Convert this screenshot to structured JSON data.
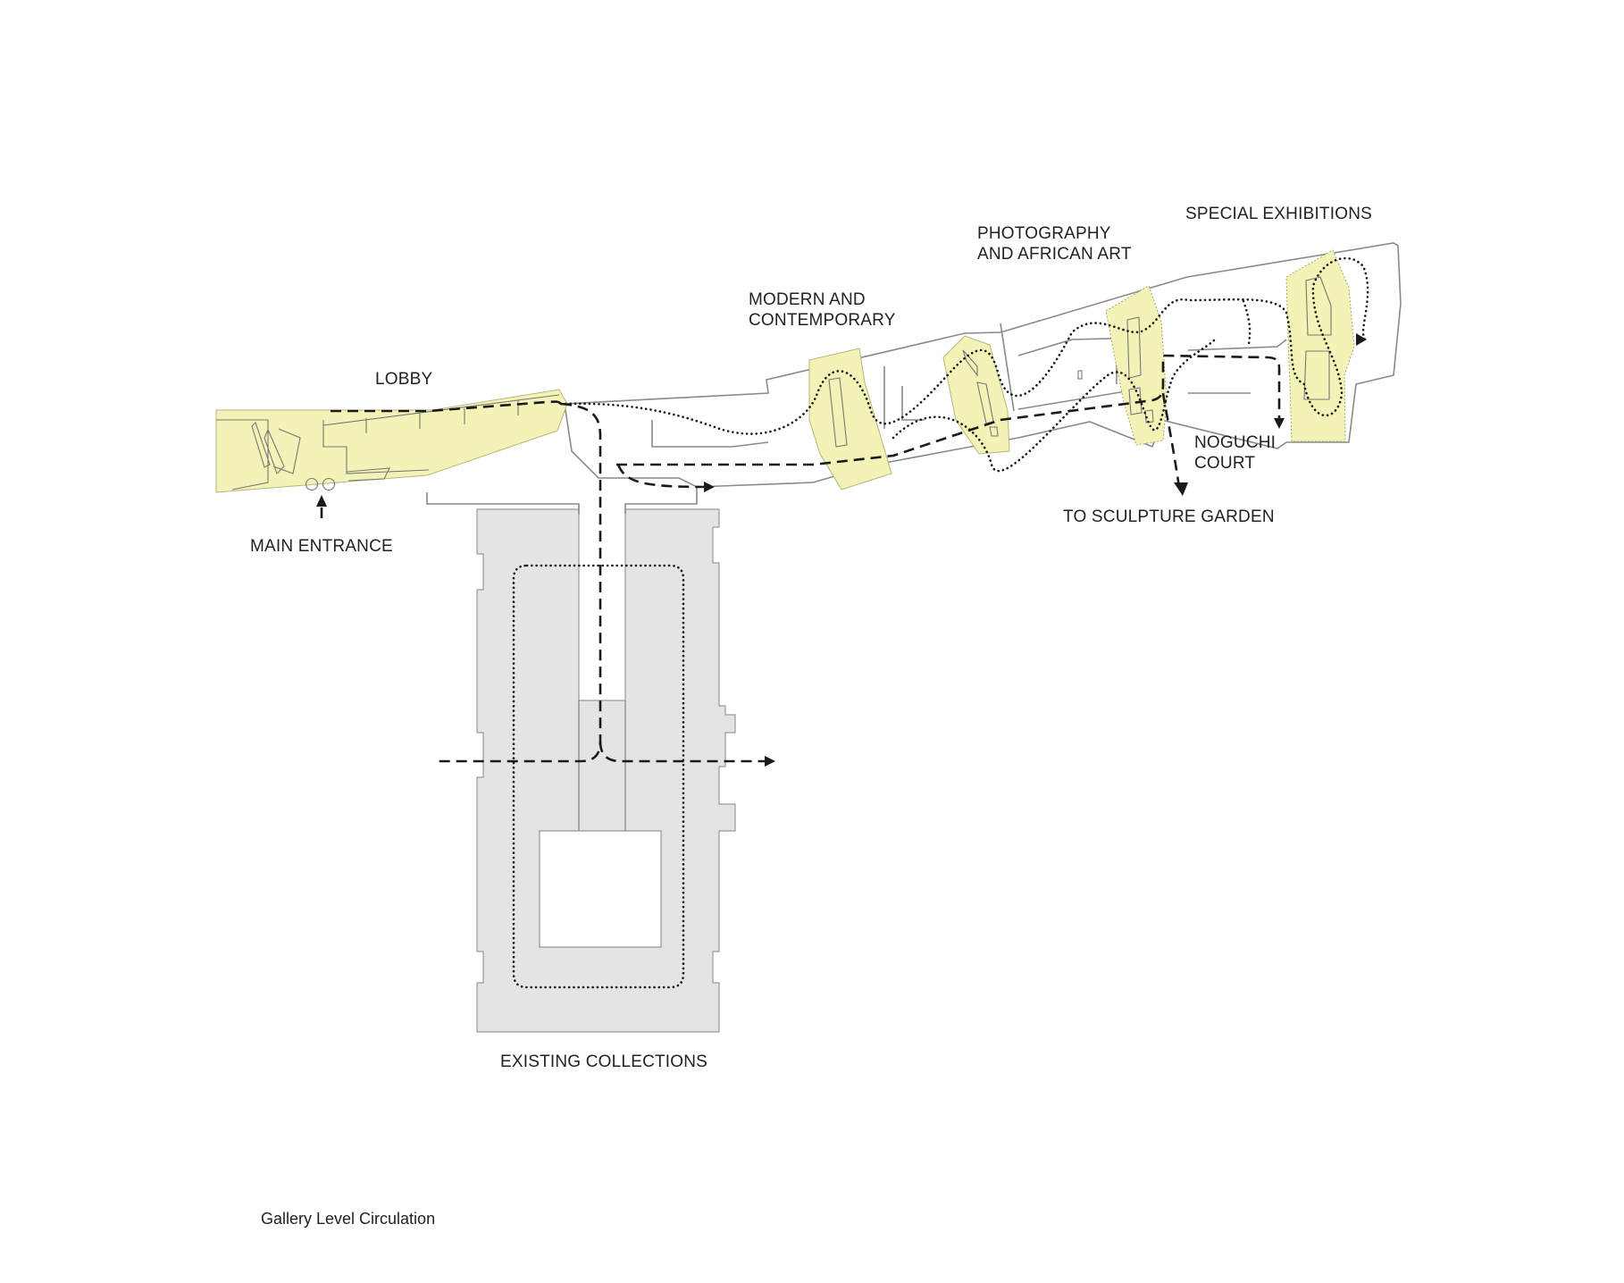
{
  "labels": {
    "lobby": "LOBBY",
    "main_entrance": "MAIN ENTRANCE",
    "modern_line1": "MODERN AND",
    "modern_line2": "CONTEMPORARY",
    "photo_line1": "PHOTOGRAPHY",
    "photo_line2": "AND AFRICAN ART",
    "special": "SPECIAL EXHIBITIONS",
    "noguchi_line1": "NOGUCHI",
    "noguchi_line2": "COURT",
    "sculpture": "TO SCULPTURE GARDEN",
    "existing": "EXISTING COLLECTIONS"
  },
  "caption": "Gallery Level Circulation",
  "colors": {
    "gallery_highlight": "#f3f3b8",
    "existing_building": "#e4e4e6",
    "path": "#1a1a1a",
    "wall": "#8a8a8a"
  }
}
